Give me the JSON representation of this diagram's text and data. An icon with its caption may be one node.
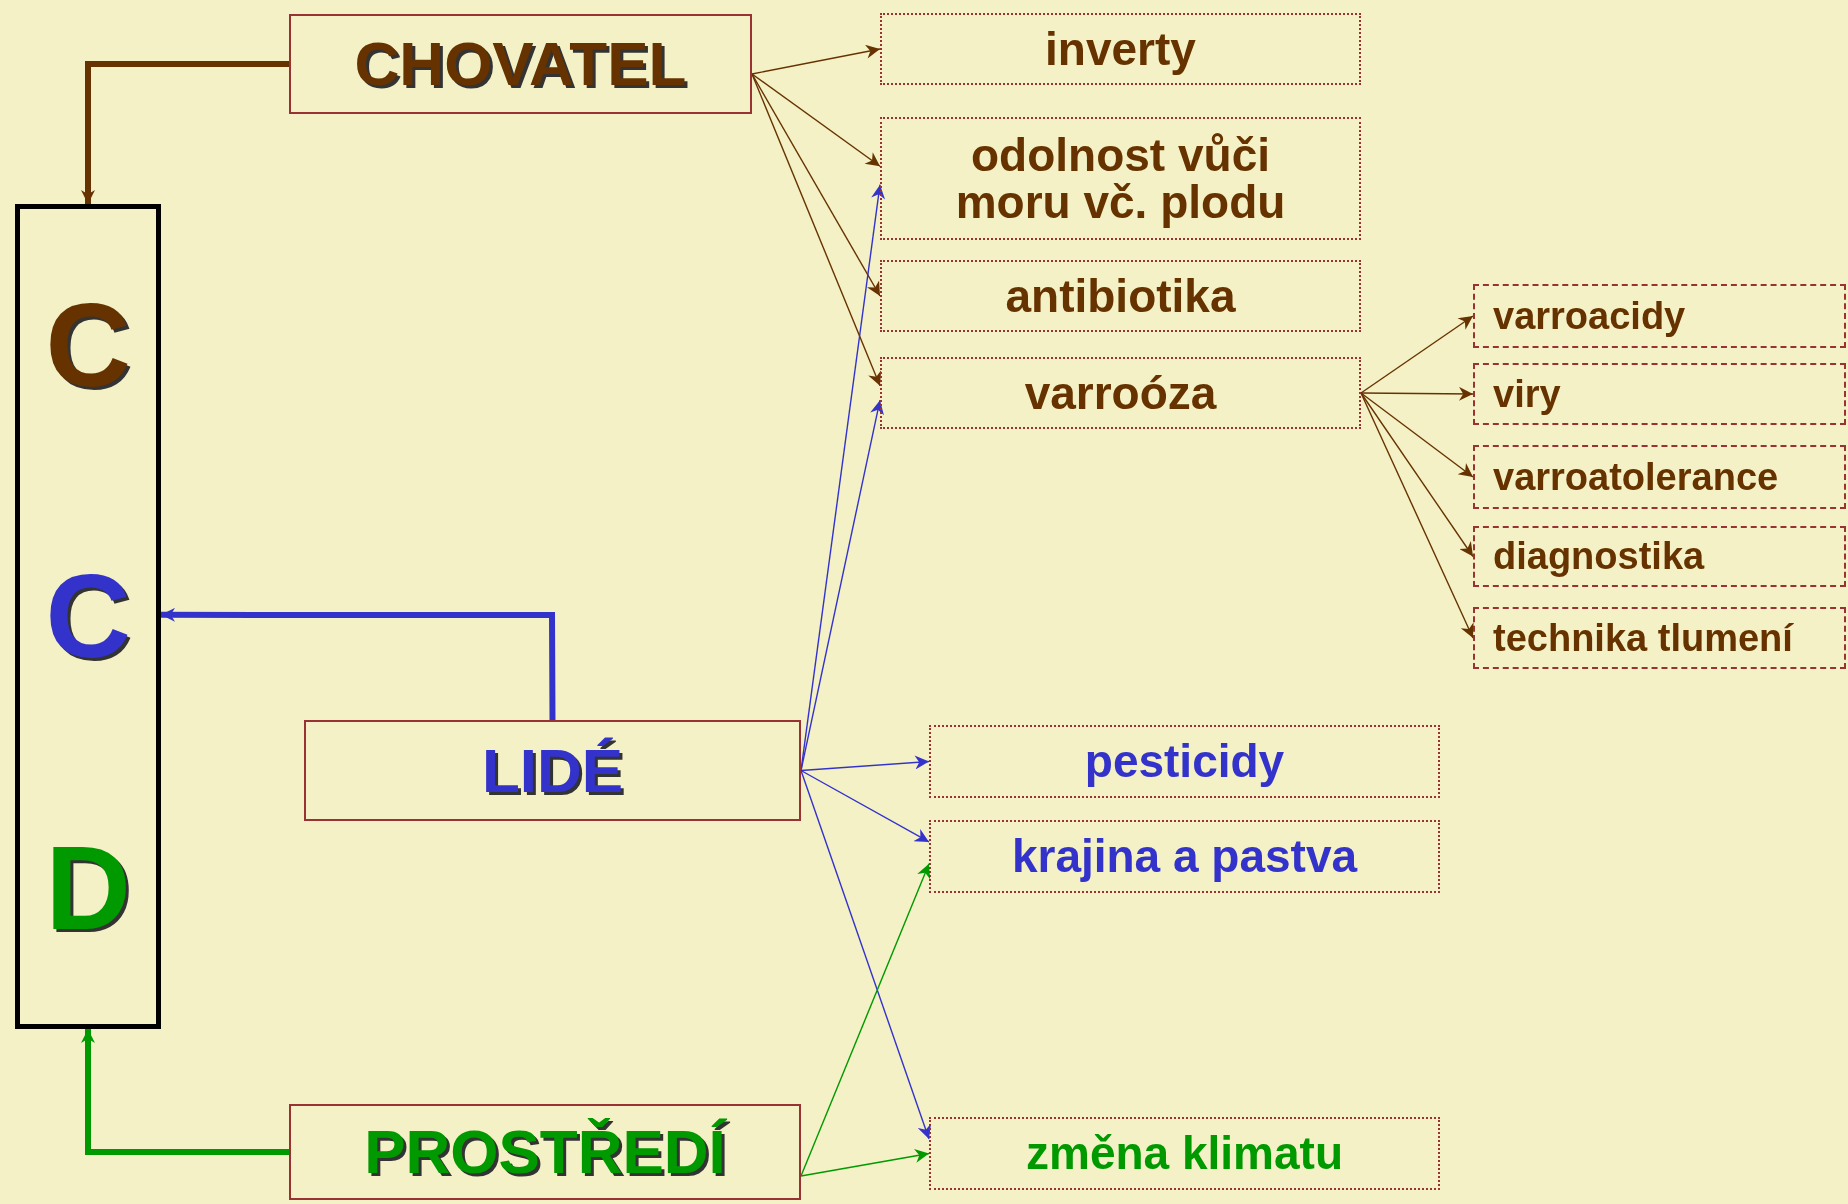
{
  "diagram": {
    "nodes": [
      {
        "text": [
          "CHOVATEL"
        ]
      },
      {
        "text": [
          "C",
          "C",
          "D"
        ]
      },
      {
        "text": [
          "inverty"
        ]
      },
      {
        "text": [
          "odolnost vůči moru vč. plodu"
        ]
      },
      {
        "text": [
          "antibiotika"
        ]
      },
      {
        "text": [
          "varroóza"
        ]
      },
      {
        "text": [
          "varroacidy"
        ]
      },
      {
        "text": [
          "viry"
        ]
      },
      {
        "text": [
          "varroatolerance"
        ]
      },
      {
        "text": [
          "diagnostika"
        ]
      },
      {
        "text": [
          "technika tlumení"
        ]
      },
      {
        "text": [
          "LIDÉ"
        ]
      },
      {
        "text": [
          "pesticidy"
        ]
      },
      {
        "text": [
          "krajina a pastva"
        ]
      },
      {
        "text": [
          "PROSTŘEDÍ"
        ]
      },
      {
        "text": [
          "změna klimatu"
        ]
      }
    ],
    "edges": [
      {
        "from": 0,
        "to": 1,
        "arrow": "to",
        "style": "thick"
      },
      {
        "from": 0,
        "to": 2,
        "arrow": "to"
      },
      {
        "from": 0,
        "to": 3,
        "arrow": "to"
      },
      {
        "from": 0,
        "to": 4,
        "arrow": "to"
      },
      {
        "from": 0,
        "to": 5,
        "arrow": "to"
      },
      {
        "from": 5,
        "to": 6,
        "arrow": "to"
      },
      {
        "from": 5,
        "to": 7,
        "arrow": "to"
      },
      {
        "from": 5,
        "to": 8,
        "arrow": "to"
      },
      {
        "from": 5,
        "to": 9,
        "arrow": "to"
      },
      {
        "from": 5,
        "to": 10,
        "arrow": "to"
      },
      {
        "from": 11,
        "to": 1,
        "arrow": "to",
        "style": "thick",
        "color": "#3333cc"
      },
      {
        "from": 11,
        "to": 3,
        "arrow": "to",
        "color": "#3333cc"
      },
      {
        "from": 11,
        "to": 5,
        "arrow": "to",
        "color": "#3333cc"
      },
      {
        "from": 11,
        "to": 12,
        "arrow": "to",
        "color": "#3333cc"
      },
      {
        "from": 11,
        "to": 13,
        "arrow": "to",
        "color": "#3333cc"
      },
      {
        "from": 11,
        "to": 15,
        "arrow": "to",
        "color": "#3333cc"
      },
      {
        "from": 14,
        "to": 1,
        "arrow": "to",
        "style": "thick",
        "color": "#009900"
      },
      {
        "from": 14,
        "to": 13,
        "arrow": "to",
        "color": "#009900"
      },
      {
        "from": 14,
        "to": 15,
        "arrow": "to",
        "color": "#009900"
      }
    ]
  }
}
